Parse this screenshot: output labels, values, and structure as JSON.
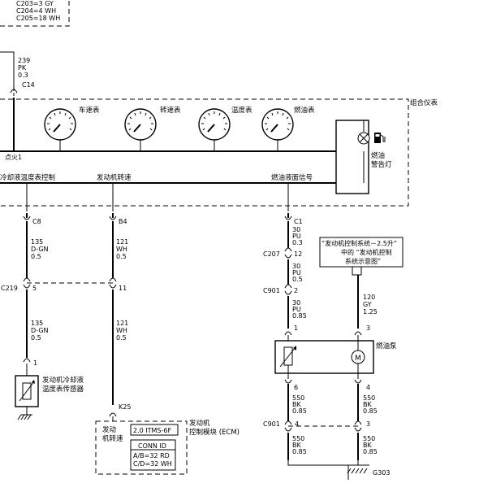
{
  "top_box": {
    "lines": [
      "C203=3 GY",
      "C204=4 WH",
      "C205=18 WH"
    ]
  },
  "ignition_wire": {
    "circuit": "239",
    "color": "PK",
    "gauge": "0.3",
    "connector": "C14"
  },
  "cluster": {
    "label": "组合仪表",
    "gauges": [
      "车速表",
      "转速表",
      "温度表",
      "燃油表"
    ],
    "ignition_label": "点火1",
    "signal_labels": [
      "冷却液温度表控制",
      "发动机转速",
      "燃油液面信号"
    ],
    "warning_lamp": [
      "燃油",
      "警告灯"
    ]
  },
  "col1": {
    "connector_top": "C8",
    "upper": [
      "135",
      "D-GN",
      "0.5"
    ],
    "junction": "C219",
    "pin": "5",
    "lower": [
      "135",
      "D-GN",
      "0.5"
    ],
    "sensor_pin": "1",
    "sensor_label": [
      "发动机冷却液",
      "温度表传感器"
    ]
  },
  "col2": {
    "connector_top": "B4",
    "upper": [
      "121",
      "WH",
      "0.5"
    ],
    "pin": "11",
    "lower": [
      "121",
      "WH",
      "0.5"
    ],
    "ecm_pin": "K25"
  },
  "ecm": {
    "signal_label": [
      "发动",
      "机转速"
    ],
    "model": "2.0 ITMS-6F",
    "conn_title": "CONN ID",
    "conn_lines": [
      "A/B=32 RD",
      "C/D=32 WH"
    ],
    "title": [
      "发动机",
      "控制模块 (ECM)"
    ]
  },
  "col3": {
    "c1": "C1",
    "w1": [
      "30",
      "PU",
      "0.3"
    ],
    "c207": "C207",
    "c207_pin": "12",
    "w2": [
      "30",
      "PU",
      "0.5"
    ],
    "c901": "C901",
    "c901_pin": "2",
    "w3": [
      "30",
      "PU",
      "0.85"
    ],
    "pump_pin": "1"
  },
  "ref_box": [
    "“发动机控制系统－2.5升”",
    "中的 “发动机控制",
    "系统示意图”"
  ],
  "col4": {
    "w1": [
      "120",
      "GY",
      "1.25"
    ],
    "pump_pin": "3"
  },
  "fuel_pump": {
    "label": "燃油泵",
    "left_pin_bottom": "6",
    "right_pin_bottom": "4",
    "left_w": [
      "550",
      "BK",
      "0.85"
    ],
    "right_w": [
      "550",
      "BK",
      "0.85"
    ],
    "c901": "C901",
    "c901_left": "4",
    "c901_right": "3",
    "left_w2": [
      "550",
      "BK",
      "0.85"
    ],
    "right_w2": [
      "550",
      "BK",
      "0.85"
    ],
    "ground": "G303"
  }
}
